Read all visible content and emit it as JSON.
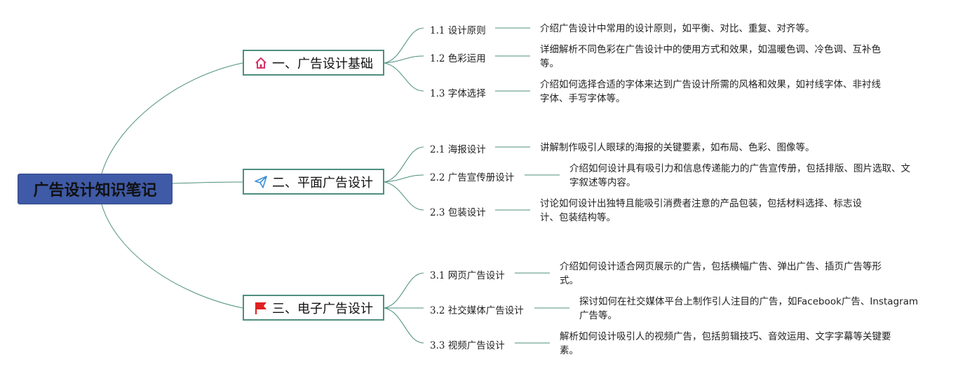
{
  "root": {
    "title": "广告设计知识笔记"
  },
  "branches": [
    {
      "label": "一、广告设计基础",
      "icon": "home-icon",
      "children": [
        {
          "label": "1.1 设计原则",
          "desc": "介绍广告设计中常用的设计原则，如平衡、对比、重复、对齐等。"
        },
        {
          "label": "1.2 色彩运用",
          "desc": "详细解析不同色彩在广告设计中的使用方式和效果，如温暖色调、冷色调、互补色等。"
        },
        {
          "label": "1.3 字体选择",
          "desc": "介绍如何选择合适的字体来达到广告设计所需的风格和效果，如衬线字体、非衬线字体、手写字体等。"
        }
      ]
    },
    {
      "label": "二、平面广告设计",
      "icon": "paper-plane-icon",
      "children": [
        {
          "label": "2.1 海报设计",
          "desc": "讲解制作吸引人眼球的海报的关键要素，如布局、色彩、图像等。"
        },
        {
          "label": "2.2 广告宣传册设计",
          "desc": "介绍如何设计具有吸引力和信息传递能力的广告宣传册，包括排版、图片选取、文字叙述等内容。"
        },
        {
          "label": "2.3 包装设计",
          "desc": "讨论如何设计出独特且能吸引消费者注意的产品包装，包括材料选择、标志设计、包装结构等。"
        }
      ]
    },
    {
      "label": "三、电子广告设计",
      "icon": "flag-icon",
      "children": [
        {
          "label": "3.1 网页广告设计",
          "desc": "介绍如何设计适合网页展示的广告，包括横幅广告、弹出广告、插页广告等形式。"
        },
        {
          "label": "3.2 社交媒体广告设计",
          "desc": "探讨如何在社交媒体平台上制作引人注目的广告，如Facebook广告、Instagram广告等。"
        },
        {
          "label": "3.3 视频广告设计",
          "desc": "解析如何设计吸引人的视频广告，包括剪辑技巧、音效运用、文字字幕等关键要素。"
        }
      ]
    }
  ],
  "colors": {
    "root_fill": "#3f5aa6",
    "line": "#4e8f7f",
    "home_icon": "#d6336c",
    "plane_icon": "#3a8fd6",
    "flag_icon": "#e02020"
  }
}
